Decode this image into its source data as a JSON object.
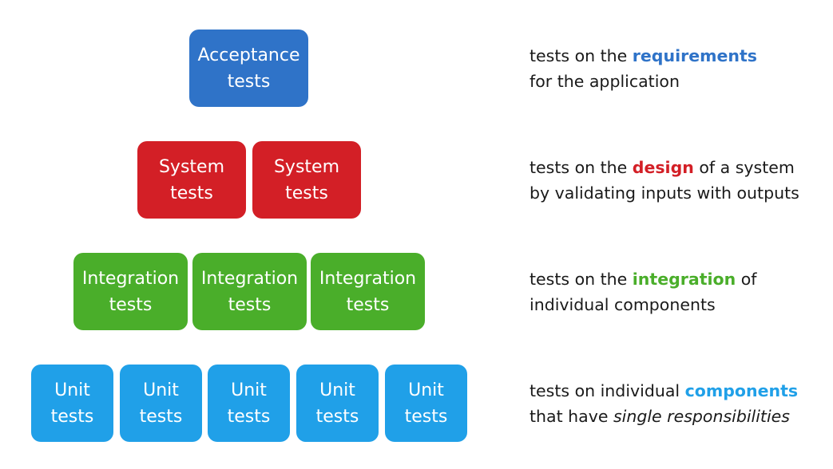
{
  "colors": {
    "acceptance": "#2F73C8",
    "system": "#D31F26",
    "integration": "#4AAE2A",
    "unit": "#20A0E8",
    "text": "#1a1a1a"
  },
  "acceptance": {
    "tiles": [
      {
        "line1": "Acceptance",
        "line2": "tests"
      }
    ],
    "desc": {
      "pre": "tests on the ",
      "keyword": "requirements",
      "post": "",
      "line2": "for the application"
    }
  },
  "system": {
    "tiles": [
      {
        "line1": "System",
        "line2": "tests"
      },
      {
        "line1": "System",
        "line2": "tests"
      }
    ],
    "desc": {
      "pre": "tests on the ",
      "keyword": "design",
      "post": " of a system",
      "line2": "by validating inputs with outputs"
    }
  },
  "integration": {
    "tiles": [
      {
        "line1": "Integration",
        "line2": "tests"
      },
      {
        "line1": "Integration",
        "line2": "tests"
      },
      {
        "line1": "Integration",
        "line2": "tests"
      }
    ],
    "desc": {
      "pre": "tests on the ",
      "keyword": "integration",
      "post": " of",
      "line2": "individual components"
    }
  },
  "unit": {
    "tiles": [
      {
        "line1": "Unit",
        "line2": "tests"
      },
      {
        "line1": "Unit",
        "line2": "tests"
      },
      {
        "line1": "Unit",
        "line2": "tests"
      },
      {
        "line1": "Unit",
        "line2": "tests"
      },
      {
        "line1": "Unit",
        "line2": "tests"
      }
    ],
    "desc": {
      "pre": "tests on individual ",
      "keyword": "components",
      "line2_pre": "that have ",
      "line2_em": "single responsibilities"
    }
  }
}
